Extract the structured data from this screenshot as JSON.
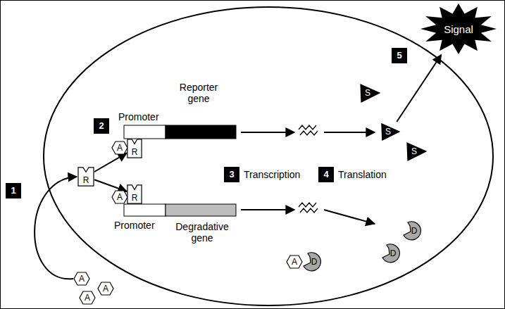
{
  "diagram": {
    "nodes": [
      {
        "text": [
          "R"
        ]
      },
      {
        "text": [
          "A"
        ]
      },
      {
        "text": [
          "R"
        ]
      },
      {
        "text": [
          "A"
        ]
      },
      {
        "text": [
          "R"
        ]
      },
      {
        "text": [
          "S"
        ]
      },
      {
        "text": [
          "S"
        ]
      },
      {
        "text": [
          "S"
        ]
      },
      {
        "text": [
          "Signal"
        ]
      },
      {
        "text": [
          "D"
        ]
      },
      {
        "text": [
          "D"
        ]
      },
      {
        "text": [
          "A"
        ]
      },
      {
        "text": [
          "D"
        ]
      },
      {
        "text": [
          "A"
        ]
      },
      {
        "text": [
          "A"
        ]
      },
      {
        "text": [
          "A"
        ]
      }
    ],
    "edges": [
      {
        "from": 13,
        "to": 0,
        "arrow": "to"
      },
      {
        "from": 0,
        "to": 2,
        "arrow": "to"
      },
      {
        "from": 0,
        "to": 4,
        "arrow": "to"
      },
      {
        "from": 6,
        "to": 8,
        "arrow": "to"
      }
    ],
    "labels": [
      "5",
      "Reporter gene",
      "Promoter",
      "2",
      "1",
      "3",
      "Transcription",
      "4",
      "Translation",
      "Promoter",
      "Degradative gene"
    ]
  }
}
